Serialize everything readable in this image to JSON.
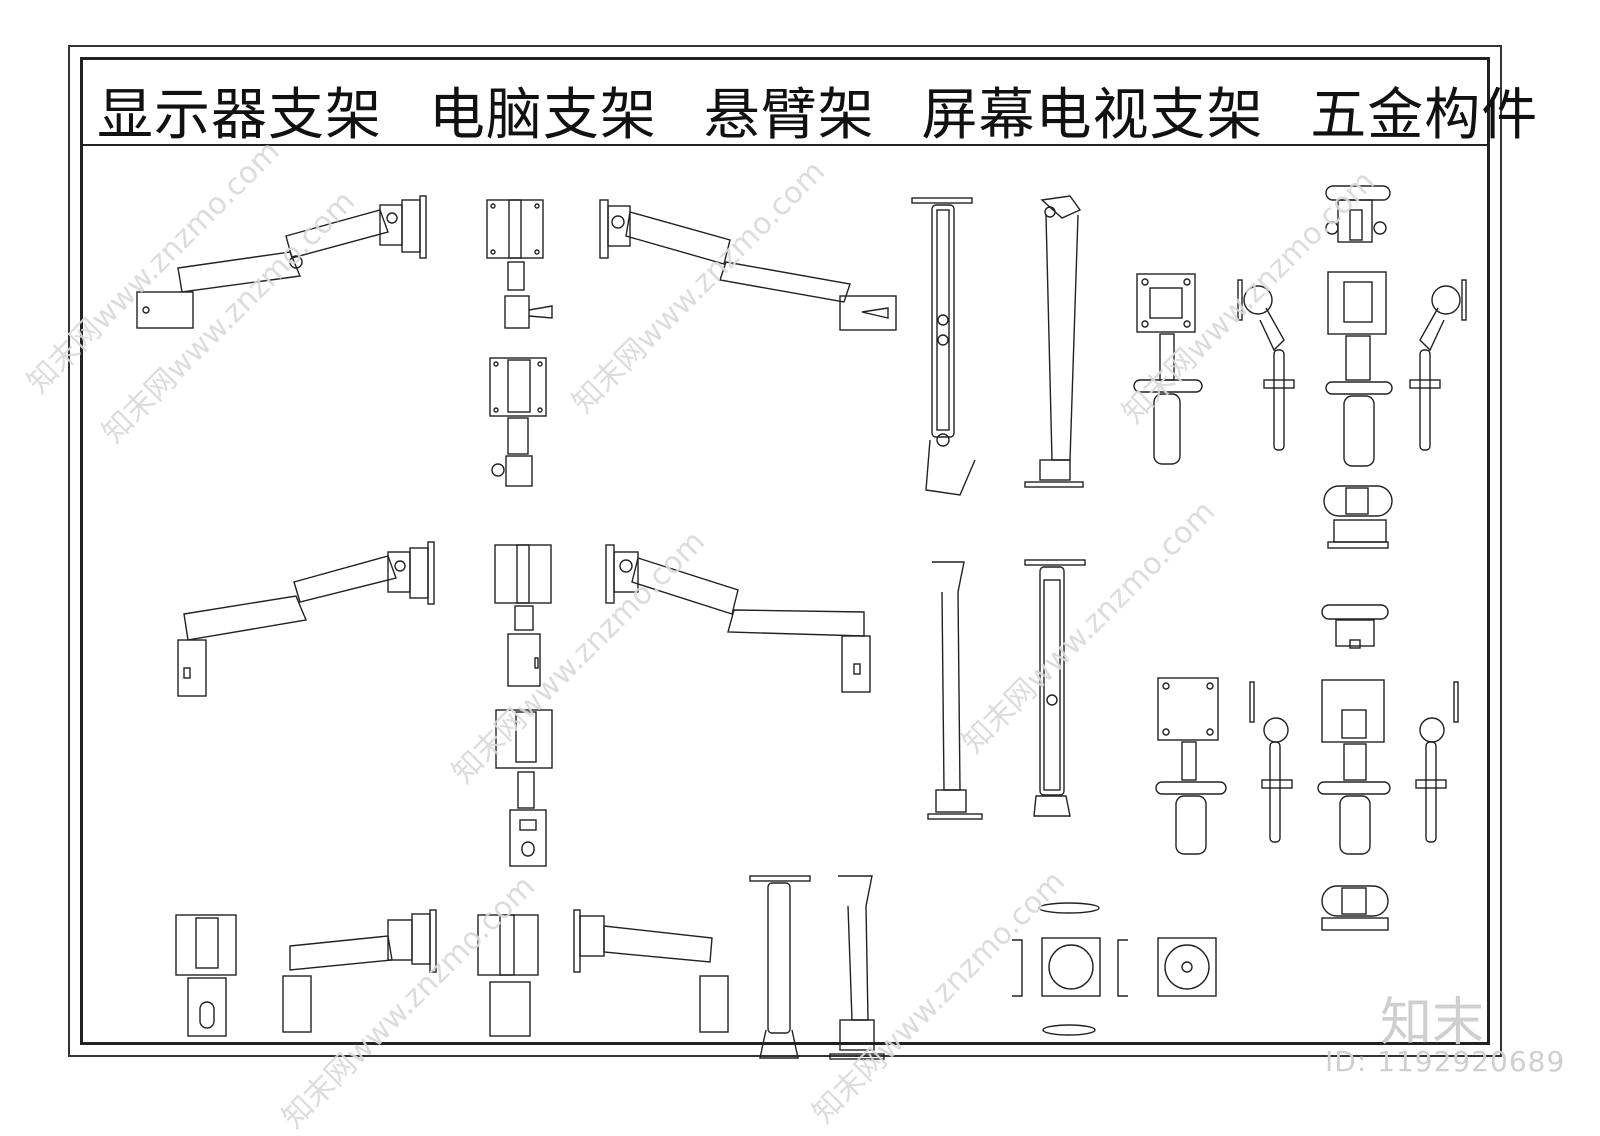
{
  "title": {
    "parts": [
      "显示器支架",
      "电脑支架",
      "悬臂架",
      "屏幕电视支架",
      "五金构件"
    ]
  },
  "watermark": {
    "text": "知末网www.znzmo.com",
    "brand_logo": "知末",
    "id_label": "ID: 1192920689"
  },
  "colors": {
    "line": "#222222",
    "frame": "#333333",
    "watermark": "#d9d9d9"
  }
}
